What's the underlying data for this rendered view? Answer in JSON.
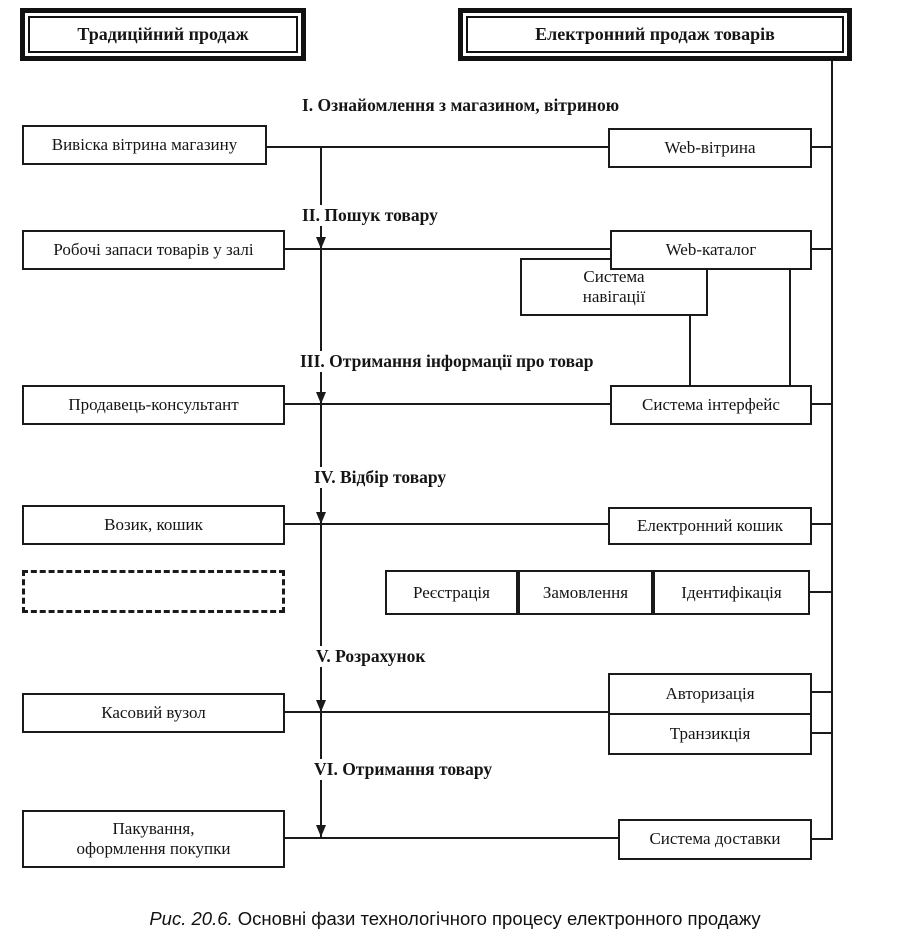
{
  "diagram": {
    "header_left": "Традиційний продаж",
    "header_right": "Електронний продаж товарів",
    "phases": [
      "I. Ознайомлення з магазином, вітриною",
      "II. Пошук товару",
      "III. Отримання інформації про товар",
      "IV. Відбір товару",
      "V. Розрахунок",
      "VI. Отримання товару"
    ],
    "left_boxes": [
      "Вивіска вітрина магазину",
      "Робочі запаси товарів у залі",
      "Продавець-консультант",
      "Возик, кошик",
      "Касовий вузол",
      "Пакування,\nоформлення покупки"
    ],
    "right_boxes": {
      "web_vitryna": "Web-вітрина",
      "web_katalog": "Web-каталог",
      "systema_navigatsii": "Система\nнавігації",
      "systema_interfeis": "Система інтерфейс",
      "elektronnyi_koshyk": "Електронний кошик",
      "reiestratsiia": "Реєстрація",
      "zamovlennia": "Замовлення",
      "identyfikatsiia": "Ідентифікація",
      "avtoryzatsiia": "Авторизація",
      "tranzyktsiia": "Транзикція",
      "systema_dostavky": "Система доставки"
    },
    "caption_prefix": "Рис. 20.6.",
    "caption_text": "Основні фази технологічного процесу електронного продажу",
    "colors": {
      "ink": "#1a1a1a",
      "paper": "#ffffff"
    }
  }
}
